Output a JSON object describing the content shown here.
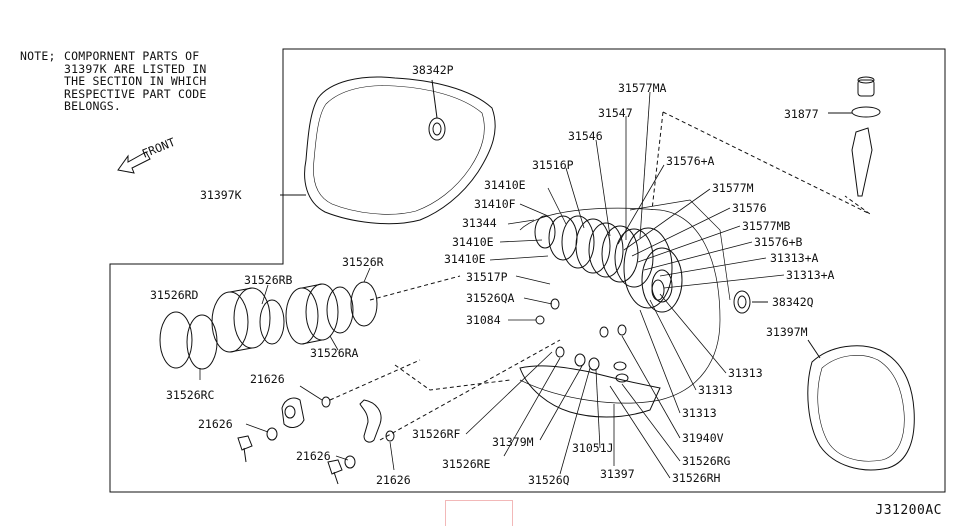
{
  "note": {
    "prefix": "NOTE;",
    "lines": [
      "COMPORNENT PARTS OF",
      "31397K ARE LISTED IN",
      "THE SECTION IN WHICH",
      "RESPECTIVE PART CODE",
      "BELONGS."
    ]
  },
  "front_label": "FRONT",
  "diagram_code": "J31200AC",
  "labels": {
    "p38342P": "38342P",
    "p31397K": "31397K",
    "p31577MA": "31577MA",
    "p31547": "31547",
    "p31546": "31546",
    "p31516P": "31516P",
    "p31410E_a": "31410E",
    "p31410F": "31410F",
    "p31344": "31344",
    "p31410E_b": "31410E",
    "p31410E_c": "31410E",
    "p31517P": "31517P",
    "p31526QA": "31526QA",
    "p31084": "31084",
    "p31576A_a": "31576+A",
    "p31577M": "31577M",
    "p31576": "31576",
    "p31577MB": "31577MB",
    "p31576B": "31576+B",
    "p31313A_a": "31313+A",
    "p31313A_b": "31313+A",
    "p31877": "31877",
    "p38342Q": "38342Q",
    "p31397M": "31397M",
    "p31313_a": "31313",
    "p31313_b": "31313",
    "p31313_c": "31313",
    "p31940V": "31940V",
    "p31526RG": "31526RG",
    "p31526RH": "31526RH",
    "p31397": "31397",
    "p31051J": "31051J",
    "p31526Q": "31526Q",
    "p31379M": "31379M",
    "p31526RE": "31526RE",
    "p31526RF": "31526RF",
    "p31526R": "31526R",
    "p31526RB": "31526RB",
    "p31526RD": "31526RD",
    "p31526RA": "31526RA",
    "p31526RC": "31526RC",
    "p21626_a": "21626",
    "p21626_b": "21626",
    "p21626_c": "21626",
    "p21626_d": "21626"
  }
}
